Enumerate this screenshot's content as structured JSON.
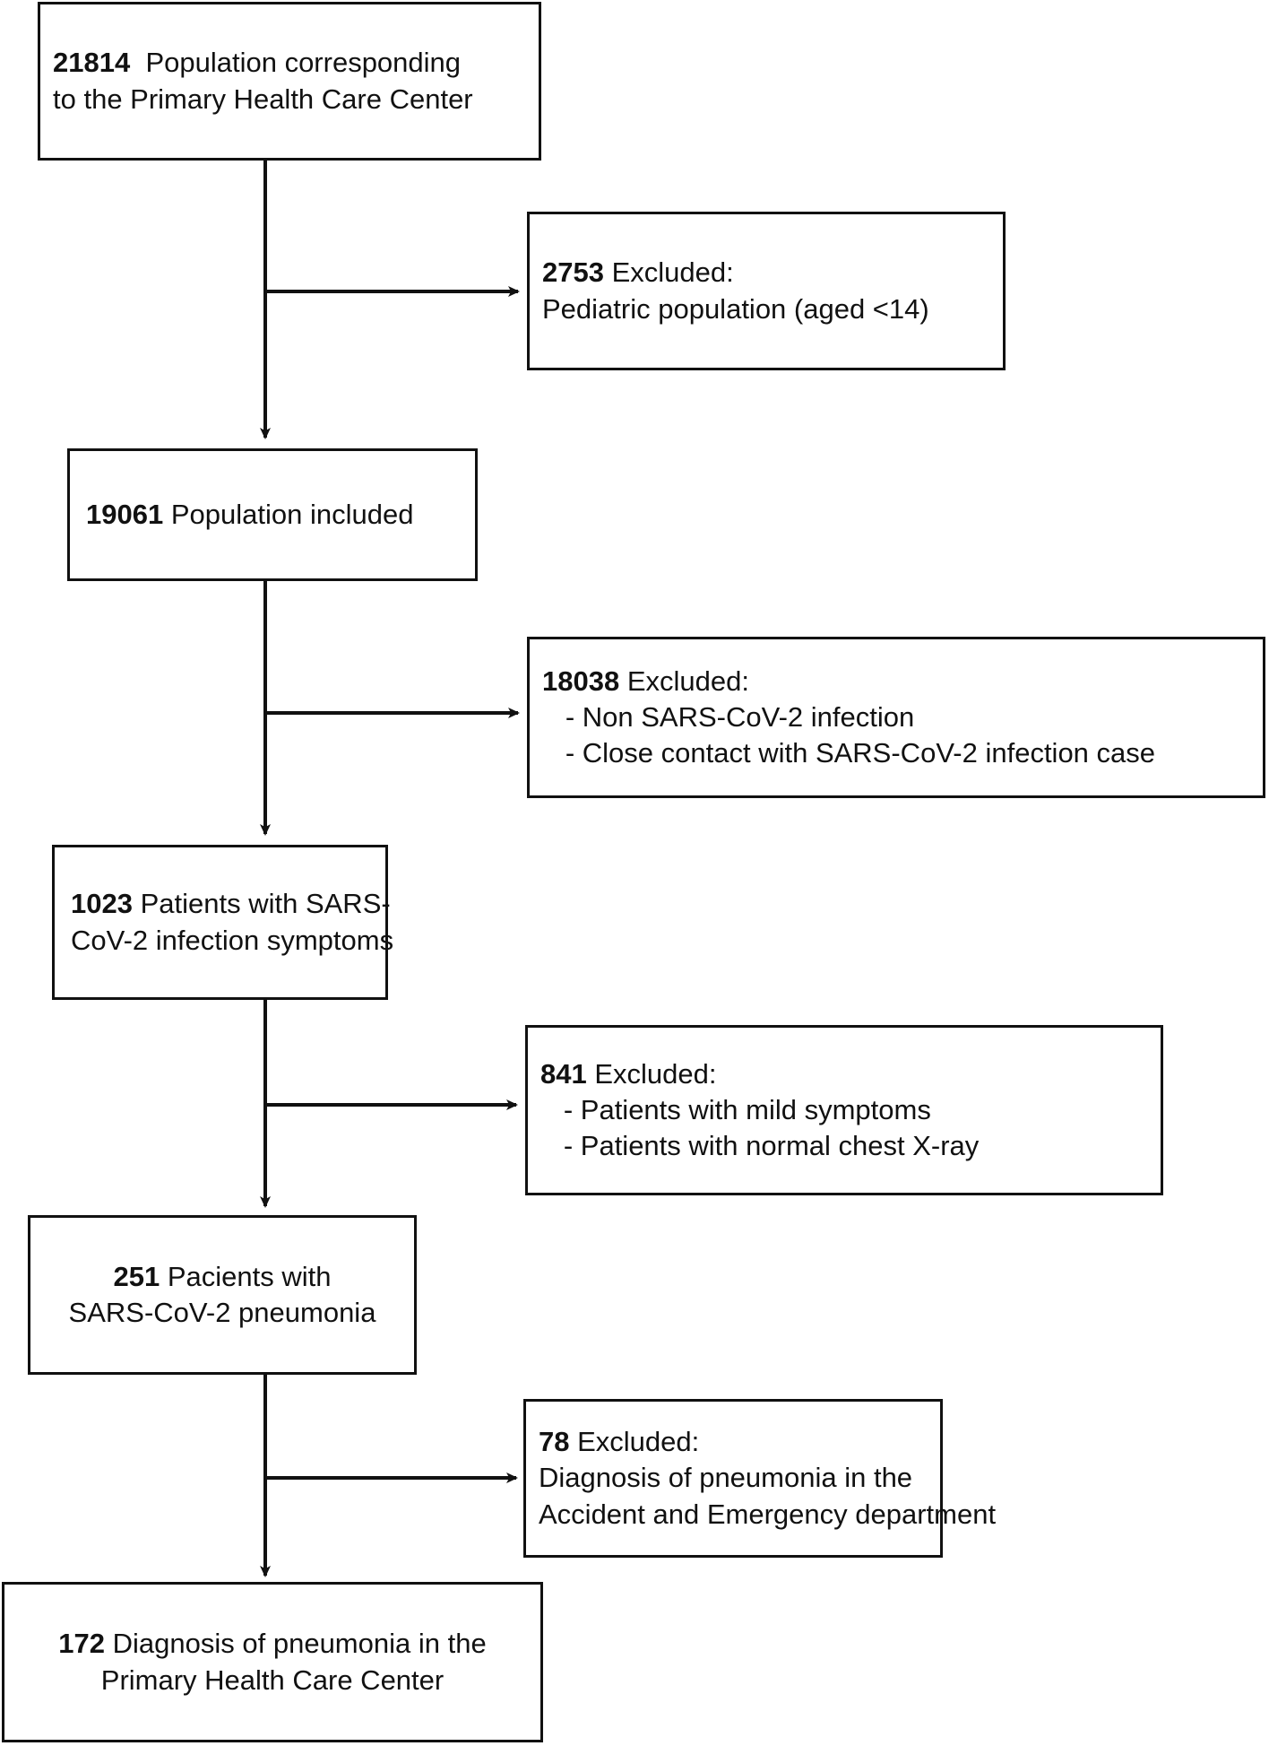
{
  "diagram": {
    "type": "flowchart",
    "title": "Study population flow diagram",
    "line_color": "#111111",
    "background": "#ffffff",
    "nodes": [
      {
        "id": "n1",
        "number": "21814",
        "lines": [
          "  Population corresponding",
          "to the Primary Health Care Center"
        ],
        "full_text": "21814 Population corresponding to the Primary Health Care Center"
      },
      {
        "id": "n2",
        "number": "2753",
        "lines": [
          " Excluded:",
          "Pediatric population (aged <14)"
        ],
        "full_text": "2753 Excluded: Pediatric population (aged <14)"
      },
      {
        "id": "n3",
        "number": "19061",
        "lines": [
          " Population included"
        ],
        "full_text": "19061 Population included"
      },
      {
        "id": "n4",
        "number": "18038",
        "lines": [
          " Excluded:",
          "   - Non SARS-CoV-2 infection",
          "   - Close contact with SARS-CoV-2 infection case"
        ],
        "full_text": "18038 Excluded: - Non SARS-CoV-2 infection - Close contact with SARS-CoV-2 infection case"
      },
      {
        "id": "n5",
        "number": "1023",
        "lines": [
          " Patients with SARS-",
          "CoV-2 infection symptoms"
        ],
        "full_text": "1023 Patients with SARS-CoV-2 infection symptoms"
      },
      {
        "id": "n6",
        "number": "841",
        "lines": [
          " Excluded:",
          "   - Patients with mild symptoms",
          "   - Patients with normal chest X-ray"
        ],
        "full_text": "841 Excluded: - Patients with mild symptoms - Patients with normal chest X-ray"
      },
      {
        "id": "n7",
        "number": "251",
        "lines": [
          " Pacients with",
          "SARS-CoV-2 pneumonia"
        ],
        "full_text": "251 Pacients with SARS-CoV-2 pneumonia"
      },
      {
        "id": "n8",
        "number": "78",
        "lines": [
          " Excluded:",
          "Diagnosis of pneumonia in the",
          "Accident and Emergency department"
        ],
        "full_text": "78 Excluded: Diagnosis of pneumonia in the Accident and Emergency department"
      },
      {
        "id": "n9",
        "number": "172",
        "lines": [
          " Diagnosis of pneumonia in the",
          "Primary Health Care Center"
        ],
        "full_text": "172 Diagnosis of pneumonia in the Primary Health Care Center"
      }
    ],
    "edges": [
      {
        "from": "n1",
        "to": "n2",
        "kind": "branch-right",
        "label": ""
      },
      {
        "from": "n1",
        "to": "n3",
        "kind": "down",
        "label": ""
      },
      {
        "from": "n3",
        "to": "n4",
        "kind": "branch-right",
        "label": ""
      },
      {
        "from": "n3",
        "to": "n5",
        "kind": "down",
        "label": ""
      },
      {
        "from": "n5",
        "to": "n6",
        "kind": "branch-right",
        "label": ""
      },
      {
        "from": "n5",
        "to": "n7",
        "kind": "down",
        "label": ""
      },
      {
        "from": "n7",
        "to": "n8",
        "kind": "branch-right",
        "label": ""
      },
      {
        "from": "n7",
        "to": "n9",
        "kind": "down",
        "label": ""
      }
    ]
  }
}
